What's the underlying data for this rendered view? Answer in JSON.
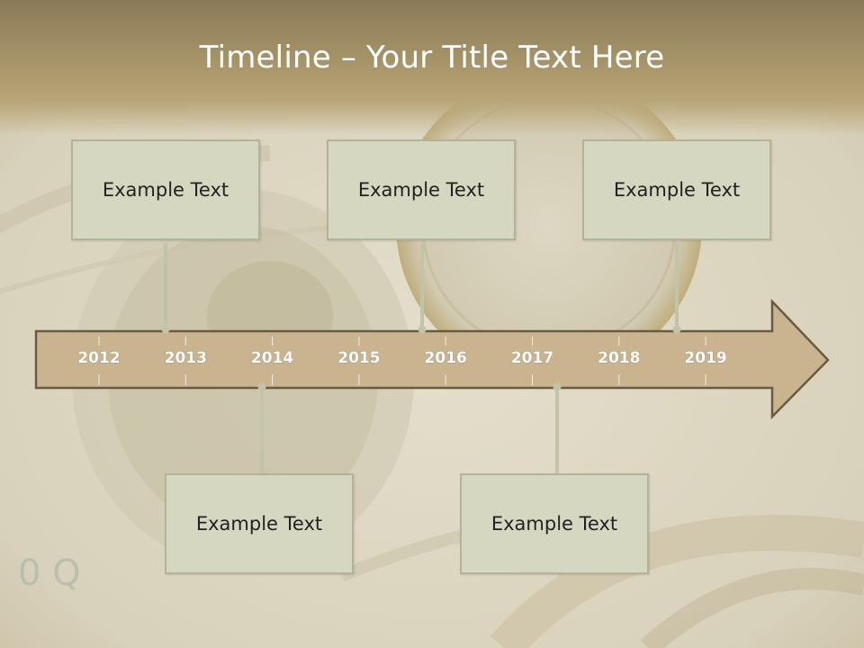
{
  "slide": {
    "title": "Timeline – Your Title Text Here"
  },
  "timeline": {
    "years": [
      "2012",
      "2013",
      "2014",
      "2015",
      "2016",
      "2017",
      "2018",
      "2019"
    ],
    "arrow_fill": "#c9b48f",
    "arrow_stroke": "#6b5a3e",
    "connector_color": "#c2c3a8"
  },
  "events": {
    "top": [
      {
        "label": "Example Text"
      },
      {
        "label": "Example Text"
      },
      {
        "label": "Example Text"
      }
    ],
    "bottom": [
      {
        "label": "Example Text"
      },
      {
        "label": "Example Text"
      }
    ]
  }
}
